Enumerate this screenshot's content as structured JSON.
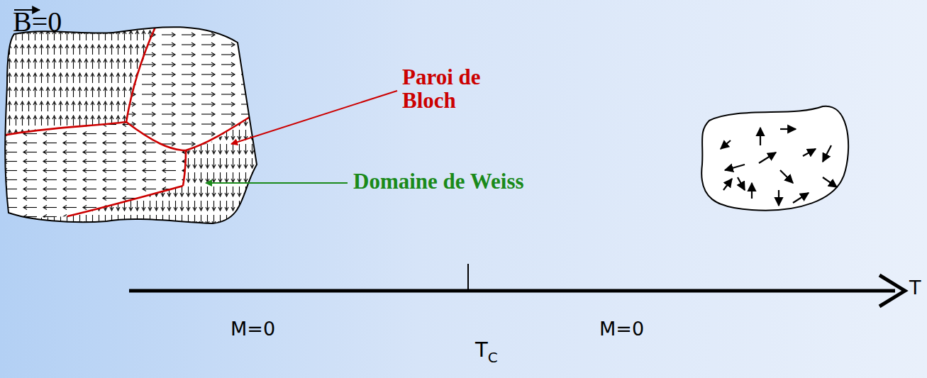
{
  "diagram": {
    "labels": [
      "B=0",
      "Paroi de Bloch",
      "Domaine de Weiss",
      "M=0",
      "TC",
      "M=0",
      "T"
    ]
  }
}
